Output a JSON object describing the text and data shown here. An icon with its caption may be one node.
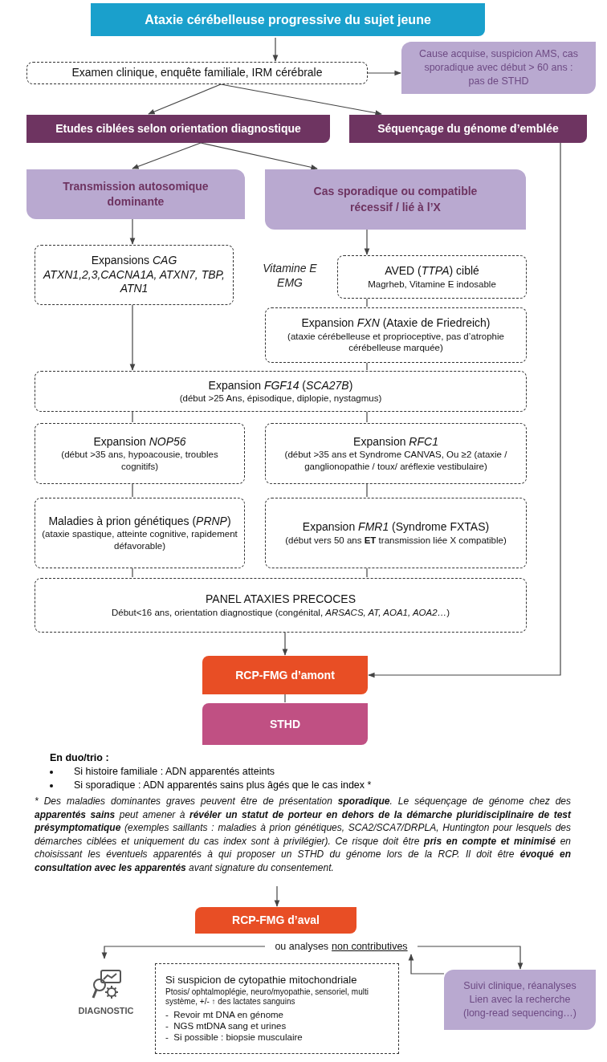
{
  "diagram": {
    "title": "Ataxie cérébelleuse progressive du sujet jeune",
    "nodes": [
      {
        "text": [
          "Examen clinique, enquête familiale, IRM cérébrale"
        ]
      },
      {
        "text": [
          "Cause acquise, suspicion AMS, cas sporadique avec début > 60 ans : pas de STHD"
        ]
      },
      {
        "text": [
          "Etudes ciblées selon orientation diagnostique"
        ]
      },
      {
        "text": [
          "Séquençage du génome d’emblée"
        ]
      },
      {
        "text": [
          "Transmission autosomique dominante"
        ]
      },
      {
        "text": [
          "Cas sporadique ou compatible récessif / lié à l’X"
        ]
      },
      {
        "text": [
          "Expansions *CAG ATXN1,2,3,CACNA1A, ATXN7, TBP, ATN1*"
        ]
      },
      {
        "text": [
          "AVED (*TTPA*) ciblé",
          "Magrheb, Vitamine E indosable"
        ]
      },
      {
        "text": [
          "Expansion *FXN* (Ataxie de Friedreich)",
          "(ataxie cérébelleuse et proprioceptive, pas d’atrophie cérébelleuse marquée)"
        ]
      },
      {
        "text": [
          "Expansion *FGF14* (*SCA27B*)",
          "(début >25 Ans, épisodique, diplopie, nystagmus)"
        ]
      },
      {
        "text": [
          "Expansion *NOP56*",
          "(début >35 ans, hypoacousie, troubles cognitifs)"
        ]
      },
      {
        "text": [
          "Expansion *RFC1*",
          "(début >35 ans et Syndrome CANVAS, Ou ≥2 (ataxie / ganglionopathie / toux/ aréflexie vestibulaire)"
        ]
      },
      {
        "text": [
          "Maladies à prion génétiques (*PRNP*)",
          "(ataxie spastique, atteinte cognitive, rapidement défavorable)"
        ]
      },
      {
        "text": [
          "Expansion *FMR1* (Syndrome FXTAS)",
          "(début vers 50 ans **ET** transmission liée X compatible)"
        ]
      },
      {
        "text": [
          "PANEL ATAXIES PRECOCES",
          "Début<16 ans, orientation diagnostique (congénital, *ARSACS, AT, AOA1, AOA2…*)"
        ]
      },
      {
        "text": [
          "RCP-FMG d’amont"
        ]
      },
      {
        "text": [
          "STHD"
        ]
      },
      {
        "text": [
          "RCP-FMG d’aval"
        ]
      },
      {
        "text": [
          "ou analyses",
          "non contributives"
        ]
      },
      {
        "text": [
          "DIAGNOSTIC"
        ]
      },
      {
        "text": [
          "Si suspicion de cytopathie mitochondriale",
          "Ptosis/ ophtalmoplégie, neuro/myopathie, sensoriel, multi système, +/- ↑ des lactates sanguins",
          "-  Revoir mt DNA en génome",
          "-  NGS mtDNA sang et urines",
          "-  Si possible : biopsie musculaire"
        ]
      },
      {
        "text": [
          "Suivi clinique, réanalyses Lien avec la recherche (long-read sequencing…)"
        ]
      }
    ],
    "edges": [
      {
        "from": null,
        "to": 0,
        "arrow": "to"
      },
      {
        "from": 0,
        "to": 1,
        "arrow": "to"
      },
      {
        "from": 0,
        "to": 2,
        "arrow": "to"
      },
      {
        "from": 0,
        "to": 3,
        "arrow": "to"
      },
      {
        "from": 2,
        "to": 4,
        "arrow": "to"
      },
      {
        "from": 2,
        "to": 5,
        "arrow": "to"
      },
      {
        "from": 4,
        "to": 6,
        "arrow": "to"
      },
      {
        "from": 5,
        "to": 7,
        "arrow": "to"
      },
      {
        "from": 7,
        "to": 8,
        "arrow": "none"
      },
      {
        "from": 6,
        "to": 9,
        "arrow": "to"
      },
      {
        "from": 8,
        "to": 9,
        "arrow": "none"
      },
      {
        "from": 9,
        "to": 10,
        "arrow": "none"
      },
      {
        "from": 9,
        "to": 11,
        "arrow": "none"
      },
      {
        "from": 10,
        "to": 12,
        "arrow": "none"
      },
      {
        "from": 11,
        "to": 13,
        "arrow": "none"
      },
      {
        "from": 12,
        "to": 14,
        "arrow": "none"
      },
      {
        "from": 13,
        "to": 14,
        "arrow": "none"
      },
      {
        "from": 14,
        "to": 15,
        "arrow": "to"
      },
      {
        "from": 3,
        "to": 15,
        "arrow": "to"
      },
      {
        "from": 15,
        "to": 16,
        "arrow": "none"
      },
      {
        "from": null,
        "to": 17,
        "arrow": "to"
      },
      {
        "from": 18,
        "to": 19,
        "arrow": "to"
      },
      {
        "from": 18,
        "to": 21,
        "arrow": "to"
      },
      {
        "from": 21,
        "to": 18,
        "arrow": "to"
      }
    ],
    "labels": [
      "Vitamine E EMG",
      "En duo/trio :",
      "Si histoire familiale : ADN apparentés atteints",
      "Si sporadique : ADN apparentés sains plus âgés que le cas index *",
      "* Des maladies dominantes graves peuvent être de présentation **sporadique**. Le séquençage de génome chez des **apparentés sains** peut amener à **révéler un statut de porteur en dehors de la démarche pluridisciplinaire de test présymptomatique** (exemples saillants : maladies à prion génétiques, SCA2/SCA7/DRPLA, Huntington pour lesquels des démarches ciblées et uniquement du cas index sont à privilégier). Ce risque doit être **pris en compte et minimisé** en choisissant les éventuels apparentés à qui proposer un STHD du génome lors de la RCP. Il doit être **évoqué en consultation avec les apparentés** avant signature du consentement."
    ]
  }
}
